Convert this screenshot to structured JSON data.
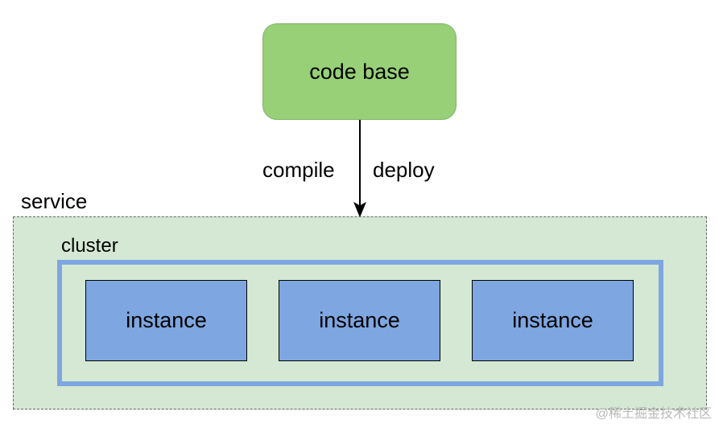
{
  "diagram": {
    "source_node": {
      "label": "code base"
    },
    "edge": {
      "labels": [
        "compile",
        "deploy"
      ]
    },
    "service": {
      "label": "service",
      "cluster": {
        "label": "cluster",
        "instances": [
          {
            "label": "instance"
          },
          {
            "label": "instance"
          },
          {
            "label": "instance"
          }
        ]
      }
    }
  },
  "watermark": "@稀土掘金技术社区",
  "colors": {
    "codebase_fill": "#97d077",
    "codebase_border": "#82b366",
    "service_fill": "#d5e8d4",
    "cluster_border": "#7ea6e0",
    "instance_fill": "#7ea6e0"
  }
}
